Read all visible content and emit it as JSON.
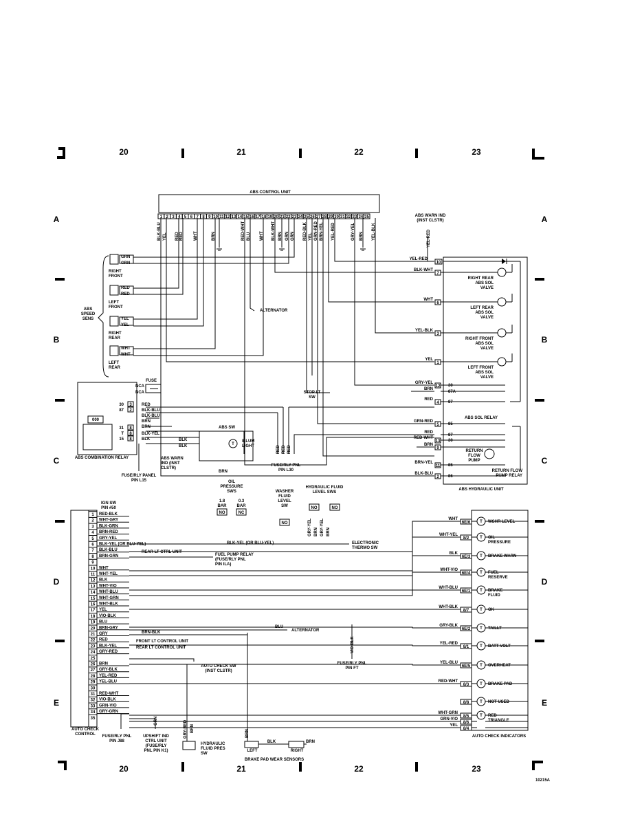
{
  "zones": {
    "top": [
      "20",
      "21",
      "22",
      "23"
    ],
    "bottom": [
      "20",
      "21",
      "22",
      "23"
    ]
  },
  "rows": [
    "A",
    "B",
    "C",
    "D",
    "E"
  ],
  "abs_control_unit": {
    "title": "ABS CONTROL UNIT",
    "pins": [
      "1",
      "2",
      "3",
      "4",
      "5",
      "6",
      "7",
      "8",
      "9",
      "10",
      "11",
      "12",
      "13",
      "14",
      "15",
      "16",
      "17",
      "18",
      "19",
      "20",
      "21",
      "22",
      "23",
      "24",
      "25",
      "26",
      "27",
      "28",
      "29",
      "30",
      "31",
      "32",
      "33",
      "34",
      "35"
    ],
    "wires": [
      "BLK-BLU",
      "YEL",
      "RED",
      "RED",
      "WHT",
      "BRN",
      "RED-WHT",
      "BLU",
      "WHT",
      "BLK-WHT",
      "BRN",
      "GRN",
      "GRN",
      "RED-BLK",
      "YEL",
      "GRN-RED",
      "BRN-YEL",
      "YEL-RED",
      "GRY-YEL",
      "BRN",
      "YEL-BLK"
    ]
  },
  "abs_warn_ind": {
    "label": "ABS WARN IND\n(INST CLSTR)",
    "wire": "YEL-RED"
  },
  "speed_sensors": {
    "group": "ABS\nSPEED\nSENS",
    "items": [
      {
        "name": "RIGHT\nFRONT",
        "wires": [
          "GRN",
          "GRN"
        ]
      },
      {
        "name": "LEFT\nFRONT",
        "wires": [
          "RED",
          "RED"
        ]
      },
      {
        "name": "RIGHT\nREAR",
        "wires": [
          "YEL",
          "YEL"
        ]
      },
      {
        "name": "LEFT\nREAR",
        "wires": [
          "WHT",
          "WHT"
        ]
      }
    ]
  },
  "alternator": "ALTERNATOR",
  "stop_lt_sw": "STOP LT\nSW",
  "hydraulic_unit": {
    "title": "ABS HYDRAULIC UNIT",
    "valves": [
      {
        "pin": "7",
        "wire": "BLK-WHT",
        "name": "RIGHT REAR\nABS SOL\nVALVE"
      },
      {
        "pin": "6",
        "wire": "WHT",
        "name": "LEFT REAR\nABS SOL\nVALVE"
      },
      {
        "pin": "3",
        "wire": "YEL-BLK",
        "name": "RIGHT FRONT\nABS SOL\nVALVE"
      },
      {
        "pin": "1",
        "wire": "YEL",
        "name": "LEFT FRONT\nABS SOL\nVALVE"
      }
    ],
    "top_pin": {
      "pin": "10",
      "wire": "YEL-RED"
    },
    "sol_relay": {
      "name": "ABS SOL RELAY",
      "pins": [
        {
          "pin": "12",
          "wire": "GRY-YEL",
          "term": "30"
        },
        {
          "pin": "",
          "wire": "BRN",
          "term": "87A"
        },
        {
          "pin": "4",
          "wire": "RED",
          "term": "87"
        },
        {
          "pin": "5",
          "wire": "GRN-RED",
          "term": "85"
        }
      ]
    },
    "pump_relay": {
      "name": "RETURN FLOW\nPUMP RELAY",
      "pump": "RETURN\nFLOW\nPUMP",
      "pins": [
        {
          "pin": "",
          "wire": "RED",
          "term": "87"
        },
        {
          "pin": "13",
          "wire": "RED-WHT",
          "term": "30"
        },
        {
          "pin": "9",
          "wire": "BRN",
          "term": ""
        },
        {
          "pin": "11",
          "wire": "BRN-YEL",
          "term": "85"
        },
        {
          "pin": "2",
          "wire": "BLK-BLU",
          "term": "86"
        }
      ]
    }
  },
  "fuse_rly_l30": {
    "label": "FUSE/RLY PNL\nPIN L30",
    "wires": [
      "RED",
      "RED",
      "RED"
    ]
  },
  "combination_relay": {
    "title": "ABS COMBINATION RELAY",
    "fuse": "FUSE",
    "nca": [
      "NCA",
      "NCA"
    ],
    "terms": [
      "30",
      "87",
      "31",
      "T",
      "15"
    ],
    "pins": [
      "3",
      "2",
      "8",
      "8",
      "8"
    ],
    "wires": [
      "RED",
      "BLK-BLU",
      "BLK-BLU",
      "BRN",
      "BRN",
      "BLK-YEL",
      "BLK"
    ],
    "fuse_panel": "FUSE/RLY PANEL\nPIN L15"
  },
  "abs_sw": {
    "title": "ABS SW",
    "illum": "ILLUM\nLIGHT",
    "wires": [
      "BLK",
      "BLK",
      "BRN"
    ],
    "warn": "ABS WARN\nIND (INST\nCLSTR)"
  },
  "oil_pressure": {
    "title": "OIL\nPRESSURE\nSWS",
    "bars": [
      "1.8\nBAR",
      "0.3\nBAR"
    ],
    "contacts": [
      "NO",
      "NC"
    ]
  },
  "washer_fluid": {
    "title": "WASHER\nFLUID\nLEVEL\nSW",
    "contact": "NO"
  },
  "hydraulic_level": {
    "title": "HYDRAULIC FLUID\nLEVEL SWS",
    "contacts": [
      "NO",
      "NO"
    ],
    "wires": [
      "GRY-YEL",
      "BRN",
      "GRY-YEL",
      "BRN"
    ]
  },
  "ign_sw": "IGN SW\nPIN #50",
  "auto_check_control": {
    "title": "AUTO CHECK\nCONTROL",
    "pins": [
      "1",
      "2",
      "3",
      "4",
      "5",
      "6",
      "7",
      "8",
      "9",
      "10",
      "11",
      "12",
      "13",
      "14",
      "15",
      "16",
      "17",
      "18",
      "19",
      "20",
      "21",
      "22",
      "23",
      "24",
      "25",
      "26",
      "27",
      "28",
      "29",
      "30",
      "31",
      "32",
      "33",
      "34",
      "35"
    ],
    "wires": [
      "RED-BLK",
      "WHT-GRY",
      "BLK-GRN",
      "BRN-RED",
      "GRY-YEL",
      "BLK-YEL (OR BLU-YEL)",
      "BLK-BLU",
      "BRN-GRN",
      "",
      "WHT",
      "WHT-YEL",
      "BLK",
      "WHT-VIO",
      "WHT-BLU",
      "WHT-GRN",
      "WHT-BLK",
      "YEL",
      "VIO-BLK",
      "BLU",
      "BRN-GRY",
      "GRY",
      "RED",
      "BLK-YEL",
      "GRY-RED",
      "",
      "BRN",
      "GRY-BLK",
      "YEL-RED",
      "YEL-BLU",
      "",
      "RED-WHT",
      "VIO-BLK",
      "GRN-VIO",
      "GRY-GRN",
      ""
    ],
    "destinations": {
      "thermo": "ELECTRONIC\nTHERMO SW",
      "thermo_wire": "BLK-YEL (OR BLU-YEL)",
      "rear_lt": "REAR LT CTRL UNIT",
      "fuel_pump": "FUEL PUMP RELAY\n(FUSE/RLY PNL\nPIN ILA)",
      "front_lt": "FRONT LT CONTROL UNIT",
      "rear_lt2": "REAR LT CONTROL UNIT",
      "alternator": "ALTERNATOR",
      "alternator_wire": "BLU",
      "brn_blk": "BRN-BLK",
      "auto_check_sw": "AUTO CHECK SW\n(INST CLSTR)",
      "fuse_ft": "FUSE/RLY PNL\nPIN FT",
      "vio_blk": "VIO-BLK",
      "j88": "FUSE/RLY PNL\nPIN J88",
      "upshift": "UPSHIFT IND\nCTRL UNIT\n(FUSE/RLY\nPNL PIN K1)",
      "hydraulic_pres": "HYDRAULIC\nFLUID PRES\nSW",
      "grn": "GRN",
      "gry_red": "GRY-RED",
      "brn": "BRN"
    }
  },
  "auto_check_indicators": {
    "title": "AUTO CHECK INDICATORS",
    "items": [
      {
        "wire": "WHT",
        "pin": "6E/6",
        "name": "WSHR LEVEL"
      },
      {
        "wire": "WHT-YEL",
        "pin": "8/2",
        "name": "OIL\nPRESSURE"
      },
      {
        "wire": "BLK",
        "pin": "6E/3",
        "name": "BRAKE WARN"
      },
      {
        "wire": "WHT-VIO",
        "pin": "6E/4",
        "name": "FUEL\nRESERVE"
      },
      {
        "wire": "WHT-BLU",
        "pin": "6E/1",
        "name": "BRAKE\nFLUID"
      },
      {
        "wire": "WHT-BLK",
        "pin": "8/7",
        "name": "OK"
      },
      {
        "wire": "GRY-BLK",
        "pin": "6E/2",
        "name": "TAILLT"
      },
      {
        "wire": "YEL-RED",
        "pin": "8/1",
        "name": "BATT VOLT"
      },
      {
        "wire": "YEL-BLU",
        "pin": "6E/5",
        "name": "OVERHEAT"
      },
      {
        "wire": "RED-WHT",
        "pin": "8/3",
        "name": "BRAKE PAD"
      },
      {
        "wire": "",
        "pin": "8/8",
        "name": "NOT USED"
      },
      {
        "wire": "WHT-GRN",
        "pin": "8/5",
        "name": "RED\nTRIANGLE"
      },
      {
        "wire": "GRN-VIO",
        "pin": "8/6",
        "name": ""
      },
      {
        "wire": "YEL",
        "pin": "8/4",
        "name": ""
      }
    ]
  },
  "brake_pad": {
    "title": "BRAKE PAD WEAR SENSORS",
    "left": "LEFT",
    "right": "RIGHT",
    "wires": [
      "BRN",
      "BLK",
      "BRN"
    ]
  },
  "figure_id": "10215A"
}
